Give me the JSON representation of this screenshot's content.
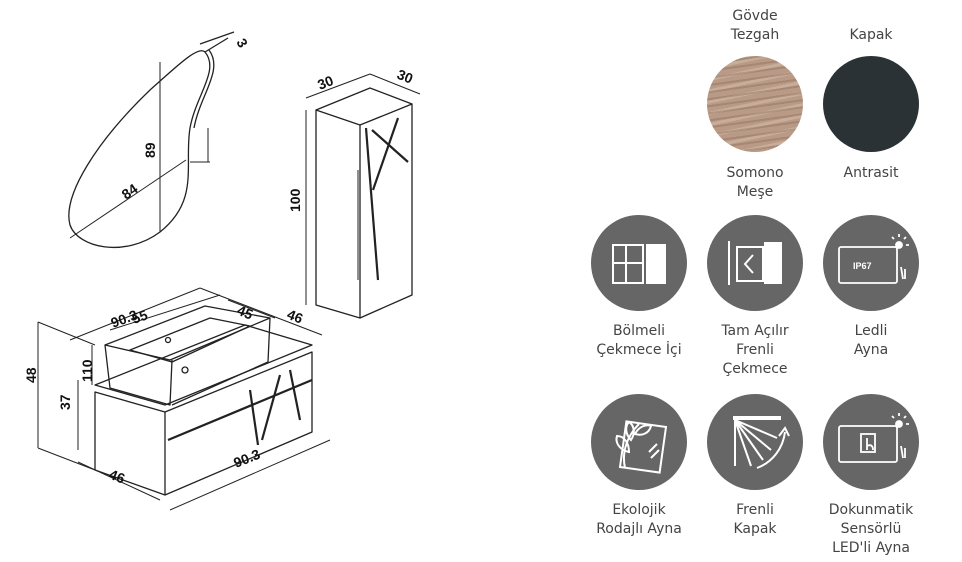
{
  "dimensions": {
    "mirror_thickness": "3",
    "mirror_height": "89",
    "mirror_width": "84",
    "cabinet_top_width": "30",
    "cabinet_top_depth": "30",
    "cabinet_height": "100",
    "vanity_top_width": "90.3",
    "basin_width": "55",
    "basin_depth": "45",
    "vanity_top_depth": "46",
    "basin_height": "110",
    "vanity_total_height": "48",
    "vanity_body_height": "37",
    "vanity_bottom_depth": "46",
    "vanity_bottom_width": "90.3"
  },
  "materials": {
    "body_title_line1": "Gövde",
    "body_title_line2": "Tezgah",
    "cover_title": "Kapak",
    "body_name_line1": "Somono",
    "body_name_line2": "Meşe",
    "cover_name": "Antrasit",
    "body_color": "#b89a86",
    "cover_color": "#2b3236"
  },
  "features": [
    {
      "icon": "drawer-organizer-icon",
      "line1": "Bölmeli",
      "line2": "Çekmece İçi",
      "line3": ""
    },
    {
      "icon": "full-extension-drawer-icon",
      "line1": "Tam Açılır",
      "line2": "Frenli",
      "line3": "Çekmece"
    },
    {
      "icon": "led-mirror-icon",
      "line1": "Ledli",
      "line2": "Ayna",
      "line3": ""
    },
    {
      "icon": "eco-mirror-icon",
      "line1": "Ekolojik",
      "line2": "Rodajlı Ayna",
      "line3": ""
    },
    {
      "icon": "soft-close-door-icon",
      "line1": "Frenli",
      "line2": "Kapak",
      "line3": ""
    },
    {
      "icon": "touch-sensor-mirror-icon",
      "line1": "Dokunmatik",
      "line2": "Sensörlü",
      "line3": "LED'li Ayna"
    }
  ],
  "icon_texts": {
    "ip_rating": "IP67"
  },
  "colors": {
    "feature_circle": "#666666",
    "line": "#222222"
  }
}
